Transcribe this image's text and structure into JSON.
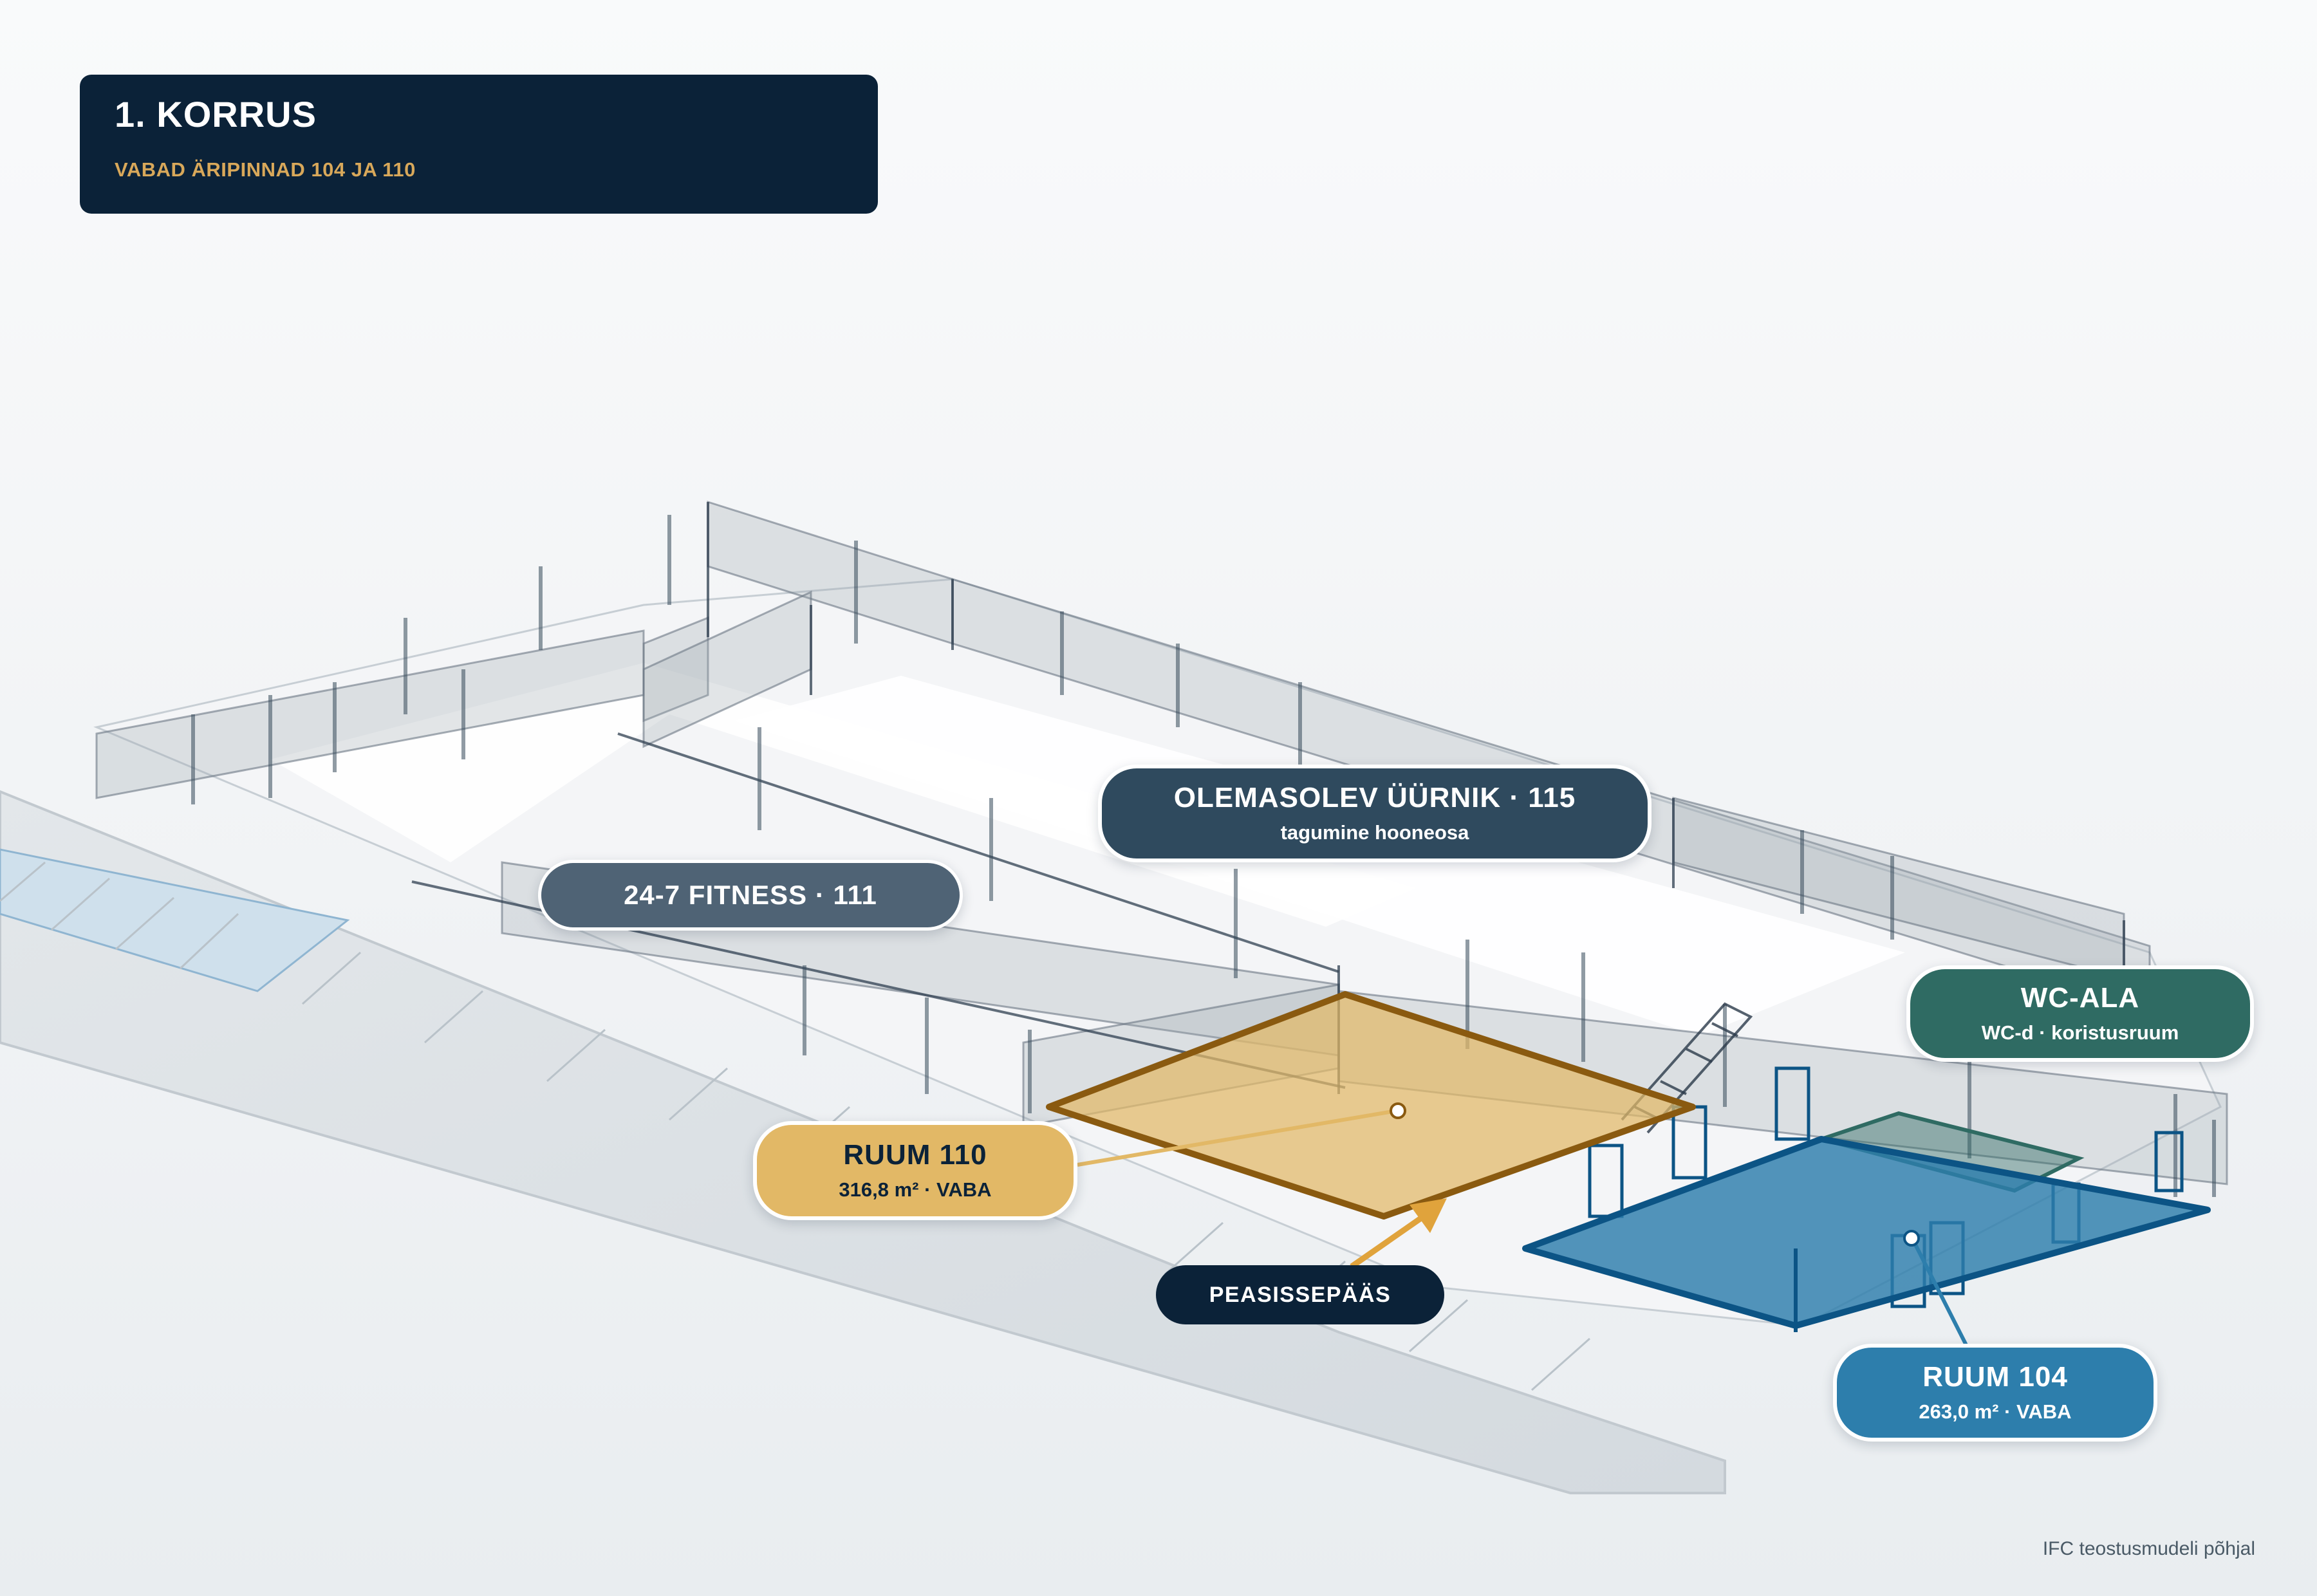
{
  "header": {
    "title": "1. KORRUS",
    "subtitle": "VABAD ÄRIPINNAD 104 JA 110"
  },
  "labels": {
    "tenant_115": {
      "title": "OLEMASOLEV ÜÜRNIK · 115",
      "subtitle": "tagumine hooneosa"
    },
    "fitness_111": {
      "title": "24-7 FITNESS · 111"
    },
    "wc": {
      "title": "WC-ALA",
      "subtitle": "WC-d · koristusruum"
    },
    "room_110": {
      "title": "RUUM 110",
      "subtitle": "316,8 m² · VABA"
    },
    "room_104": {
      "title": "RUUM 104",
      "subtitle": "263,0 m² · VABA"
    },
    "entrance": "PEASISSEPÄÄS"
  },
  "footer": {
    "source": "IFC teostusmudeli põhjal"
  },
  "colors": {
    "navy": "#0b2238",
    "room_110_fill": "#e2b866",
    "room_110_outline": "#8a5a10",
    "room_104_fill": "#2d7eac",
    "room_104_outline": "#0c5485",
    "wc_fill": "#2f6b63",
    "tenant_115_fill": "#2f4a5e",
    "fitness_fill": "#4f6375",
    "entrance_arrow": "#e0a33c"
  }
}
